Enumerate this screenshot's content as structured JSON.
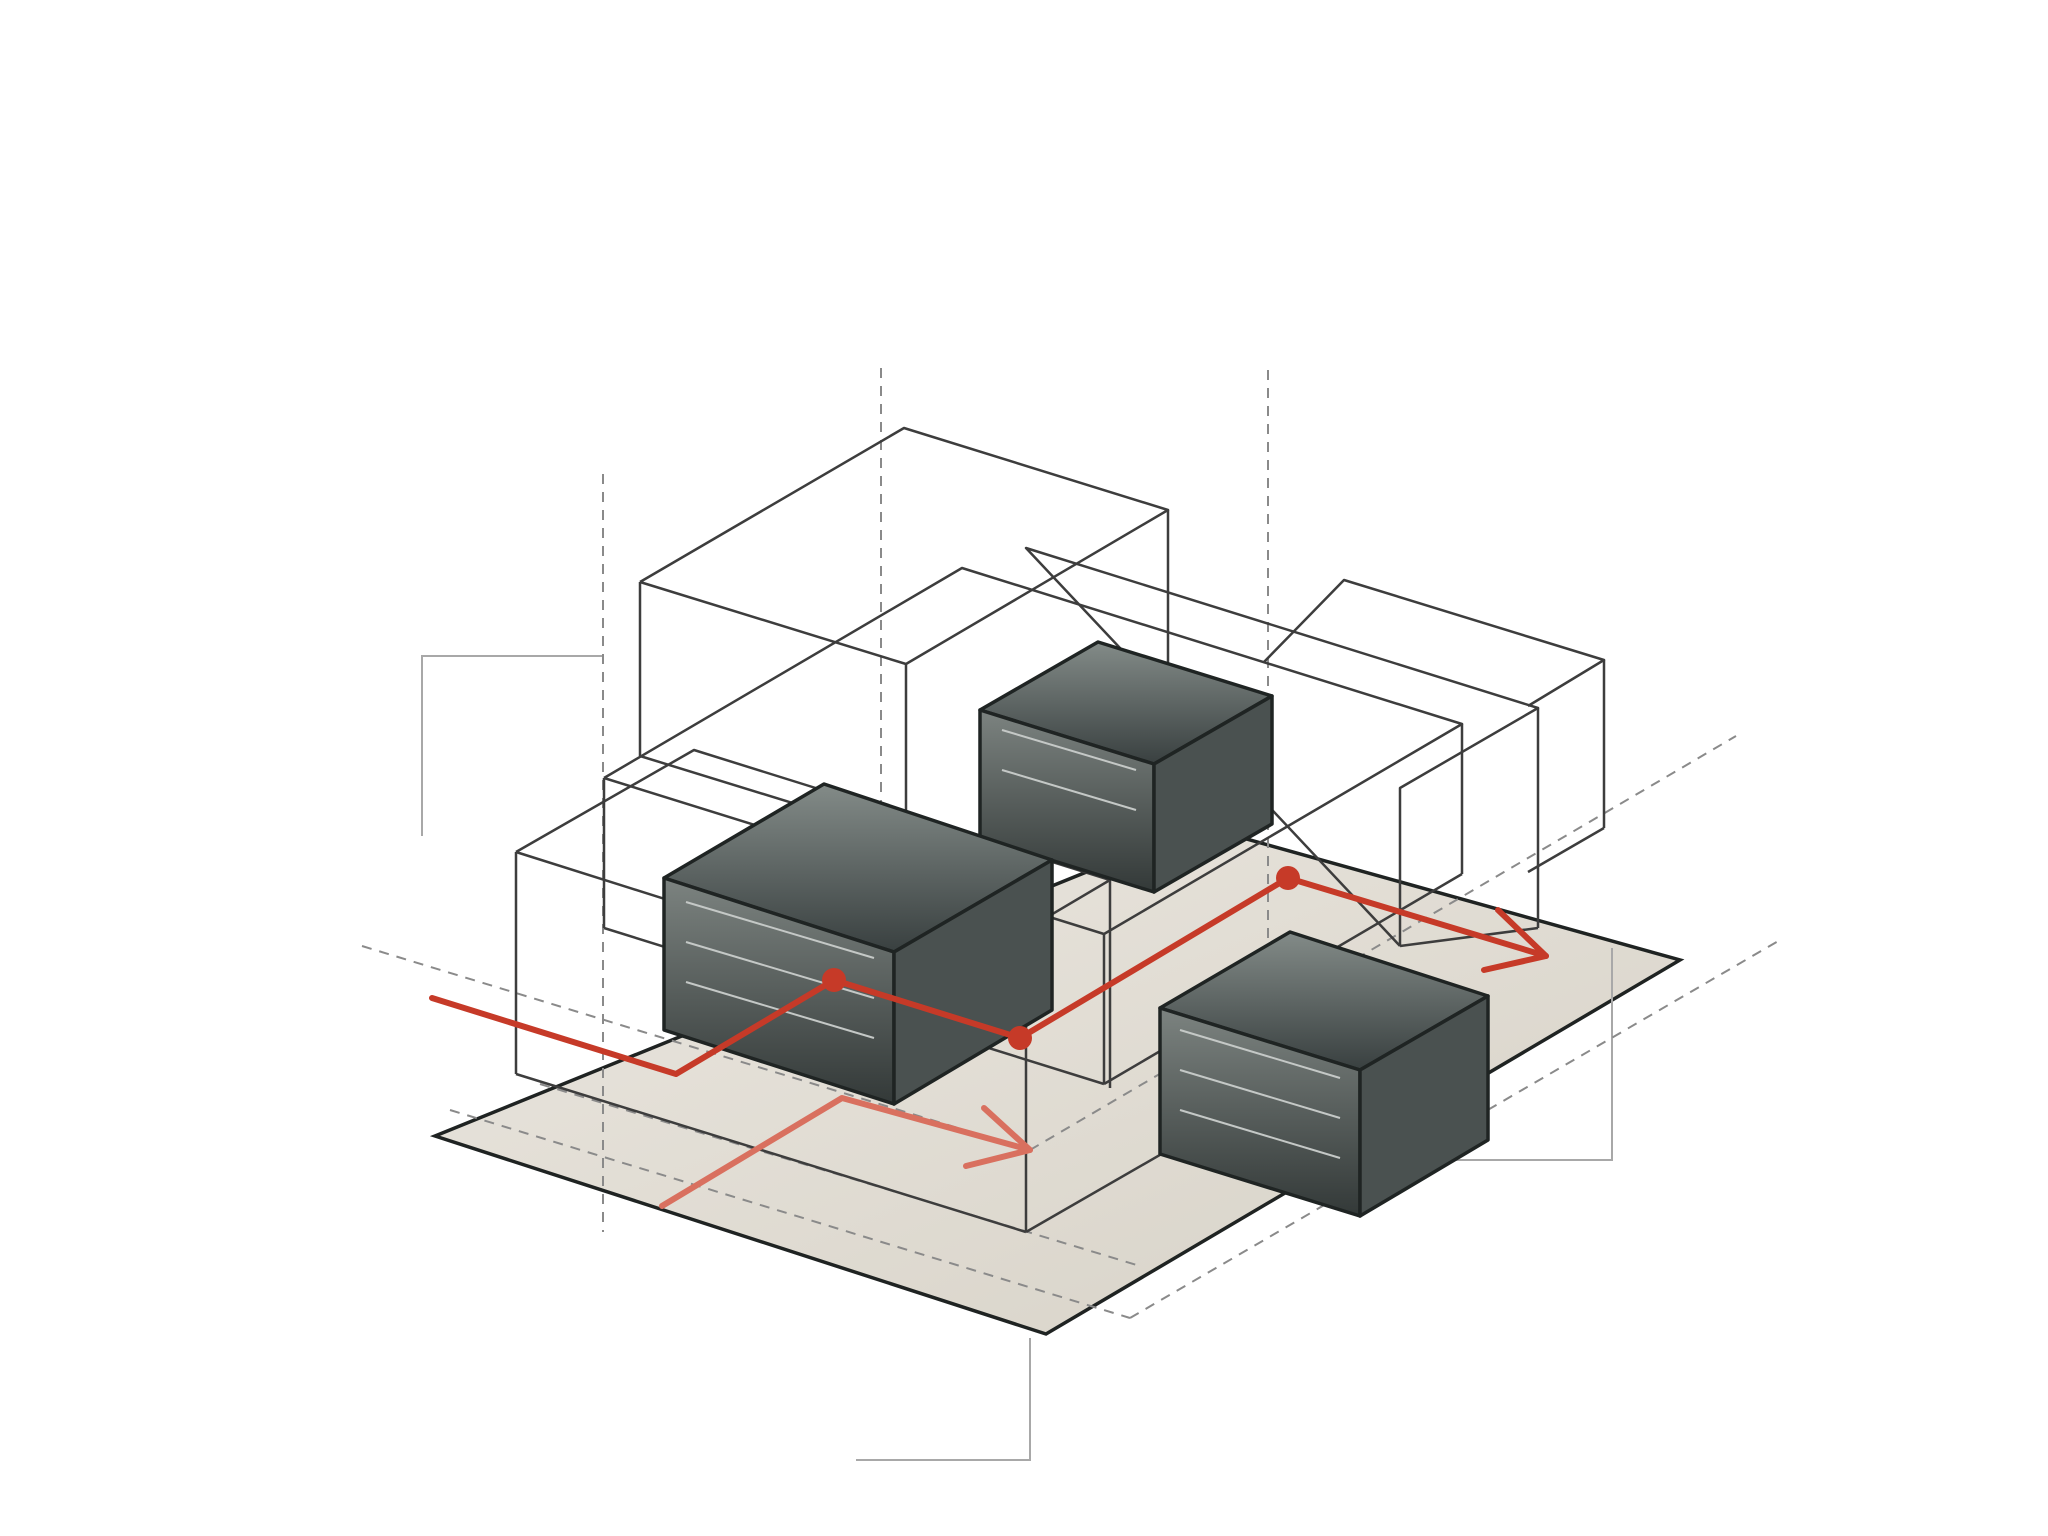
{
  "diagram": {
    "kind": "axonometric-massing",
    "labels": [],
    "colors": {
      "background": "#ffffff",
      "site_fill_light": "#e9e4dc",
      "site_fill_dark": "#d6d1c6",
      "site_outline": "#1f2322",
      "wireframe": "#3d3d3d",
      "guide_dashed": "#8a8a8a",
      "leader_line": "#a8a8a8",
      "solid_top_light": "#828a87",
      "solid_top_dark": "#3a403f",
      "solid_side_light": "#7a817e",
      "solid_side_dark": "#333937",
      "solid_edge": "#1f2423",
      "solid_face_lines": "#c4c8c6",
      "circulation_primary": "#c63a28",
      "circulation_secondary": "#d9705f"
    },
    "elements": {
      "site_plane": "ground-parcel",
      "wire_volumes": 5,
      "solid_blocks": 3,
      "circulation_paths": 2,
      "circulation_nodes": 3
    }
  }
}
